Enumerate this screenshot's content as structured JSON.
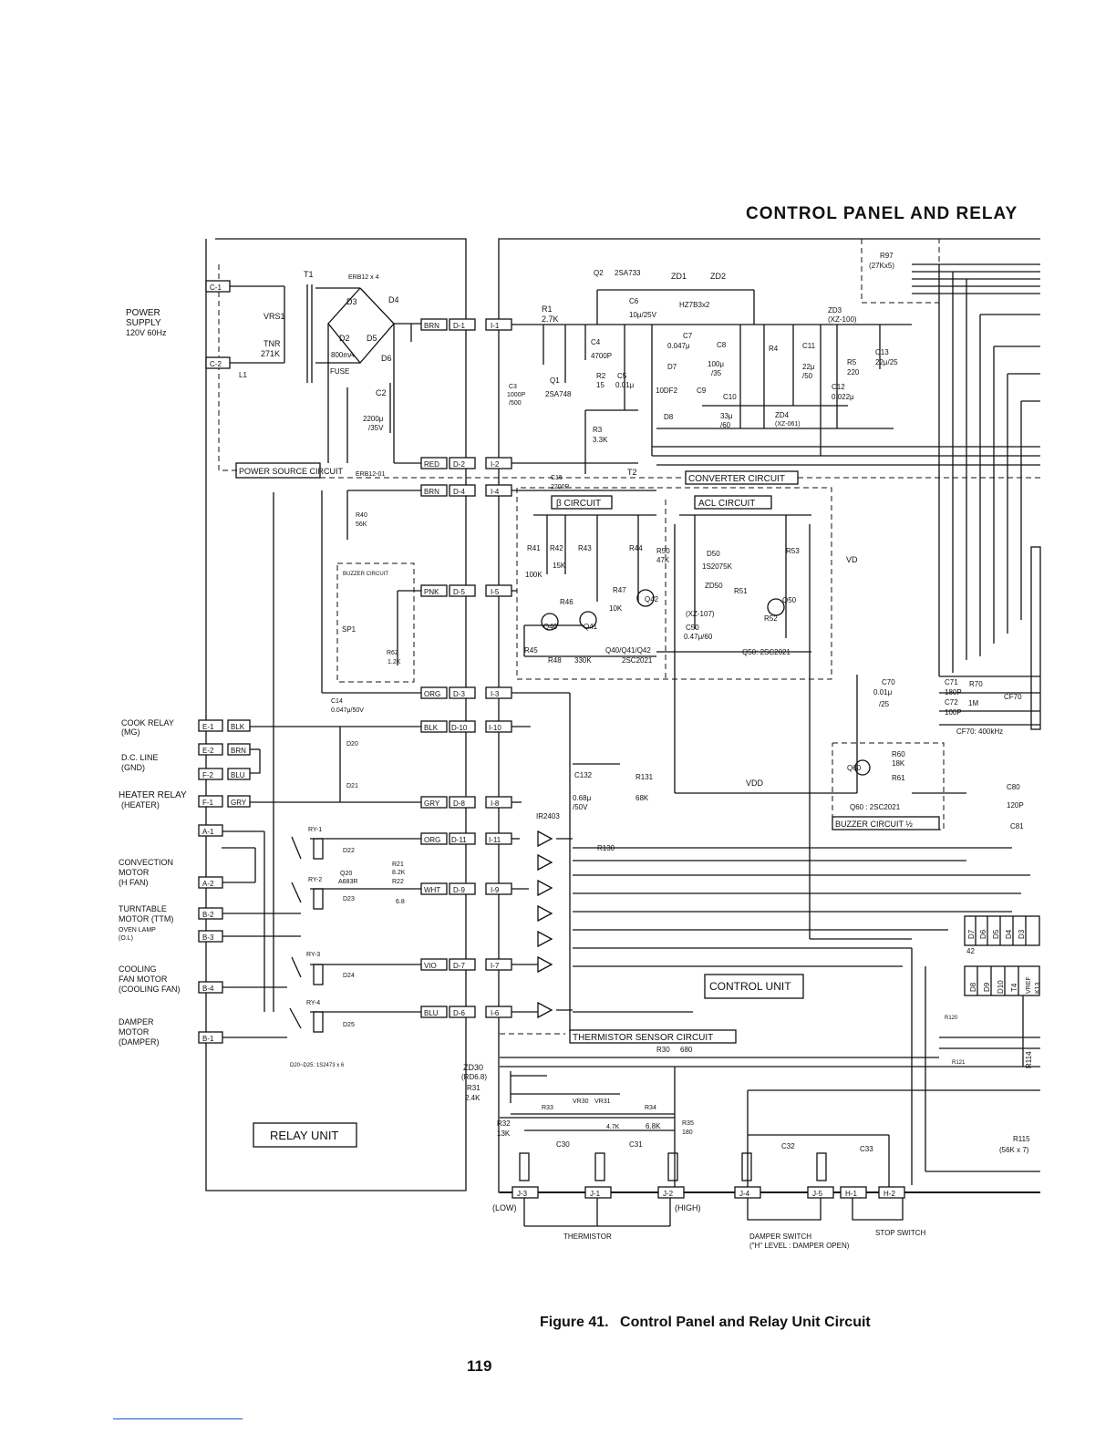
{
  "header": {
    "title": "CONTROL PANEL AND RELAY"
  },
  "figure": {
    "number": "Figure 41.",
    "caption": "Control Panel and Relay Unit Circuit"
  },
  "page_number": "119",
  "left_labels": [
    "POWER",
    "SUPPLY",
    "120V 60Hz",
    "COOK RELAY",
    "(MG)",
    "D.C. LINE",
    "(GND)",
    "HEATER RELAY",
    "(HEATER)",
    "CONVECTION",
    "MOTOR",
    "(H FAN)",
    "TURNTABLE",
    "MOTOR (TTM)",
    "OVEN LAMP",
    "(O.L)",
    "COOLING",
    "FAN MOTOR",
    "(COOLING FAN)",
    "DAMPER",
    "MOTOR",
    "(DAMPER)"
  ],
  "left_connectors": [
    "C-1",
    "C-2",
    "E-1",
    "E-2",
    "F-2",
    "F-1",
    "A-1",
    "A-2",
    "B-2",
    "B-3",
    "B-4",
    "B-1"
  ],
  "wire_colors": [
    "BLK",
    "BRN",
    "BLU",
    "GRY"
  ],
  "harness_colors": [
    "BRN",
    "RED",
    "BRN",
    "PNK",
    "ORG",
    "BLK",
    "GRY",
    "ORG",
    "WHT",
    "VIO",
    "BLU"
  ],
  "d_connectors": [
    "D-1",
    "D-2",
    "D-4",
    "D-5",
    "D-3",
    "D-10",
    "D-8",
    "D-11",
    "D-9",
    "D-7",
    "D-6"
  ],
  "i_connectors": [
    "I-1",
    "I-2",
    "I-4",
    "I-5",
    "I-3",
    "I-10",
    "I-8",
    "I-11",
    "I-9",
    "I-7",
    "I-6"
  ],
  "bottom_connectors": [
    "J-3",
    "J-1",
    "J-2",
    "J-4",
    "J-5",
    "H-1",
    "H-2"
  ],
  "circuit_blocks": [
    "POWER SOURCE CIRCUIT",
    "RELAY UNIT",
    "BUZZER CIRCUIT",
    "CONVERTER CIRCUIT",
    "β CIRCUIT",
    "ACL CIRCUIT",
    "CONTROL UNIT",
    "THERMISTOR SENSOR CIRCUIT",
    "BUZZER CIRCUIT ½"
  ],
  "components": [
    "T1",
    "ERB12 x 4",
    "VRS1",
    "TNR",
    "271K",
    "L1",
    "800mA",
    "FUSE",
    "D3",
    "D4",
    "D2",
    "D5",
    "D6",
    "C2",
    "2200μ",
    "/35V",
    "ERB12-01",
    "R40",
    "56K",
    "SP1",
    "R62",
    "1.2K",
    "C14",
    "0.047μ/50V",
    "D20",
    "D21",
    "RY-1",
    "RY-2",
    "RY-3",
    "RY-4",
    "D22",
    "D23",
    "D24",
    "D25",
    "Q20",
    "A683R",
    "R21",
    "8.2K",
    "R22",
    "6.8",
    "D20~D25: 1S2473 x 6",
    "Q2",
    "2SA733",
    "ZD1",
    "ZD2",
    "HZ7B3x2",
    "R1",
    "2.7K",
    "C6",
    "10μ/25V",
    "C4",
    "4700P",
    "Q1",
    "2SA748",
    "R2",
    "15",
    "C5",
    "0.01μ",
    "C3",
    "1000P",
    "/500",
    "R3",
    "3.3K",
    "T2",
    "C15",
    "2200P",
    "C7",
    "0.047μ",
    "C8",
    "100μ",
    "/35",
    "D7",
    "10DF2",
    "C9",
    "C10",
    "33μ",
    "/60",
    "D8",
    "R4",
    "C11",
    "22μ",
    "/50",
    "R5",
    "220",
    "ZD3",
    "(XZ-100)",
    "C13",
    "22μ/25",
    "C12",
    "0.022μ",
    "ZD4",
    "(XZ-061)",
    "R97",
    "(27Kx5)",
    "R41",
    "100K",
    "R42",
    "15K",
    "R43",
    "R44",
    "R45",
    "R46",
    "10K",
    "R47",
    "R48",
    "330K",
    "Q40",
    "Q41",
    "Q42",
    "Q40/Q41/Q42",
    "2SC2021",
    "R50",
    "47K",
    "D50",
    "1S2075K",
    "ZD50",
    "(XZ-107)",
    "R51",
    "C50",
    "0.47μ/60",
    "R52",
    "R53",
    "Q50",
    "Q50: 2SC2021",
    "VD",
    "VDD",
    "C70",
    "0.01μ",
    "/25",
    "C71",
    "180P",
    "R70",
    "1M",
    "C72",
    "100P",
    "CF70",
    "CF70: 400kHz",
    "Q60",
    "R60",
    "18K",
    "R61",
    "Q60 : 2SC2021",
    "C80",
    "120P",
    "C81",
    "C132",
    "0.68μ",
    "/50V",
    "R131",
    "68K",
    "IR2403",
    "R130",
    "ZD30",
    "(RD6.8)",
    "R31",
    "2.4K",
    "R30",
    "680",
    "R32",
    "13K",
    "R33",
    "VR30",
    "VR31",
    "4.7K",
    "R34",
    "6.8K",
    "R35",
    "180",
    "C30",
    "C31",
    "C32",
    "C33",
    "R120",
    "R121",
    "R114",
    "R115",
    "(56K x 7)",
    "D7",
    "D6",
    "D5",
    "D4",
    "D3",
    "D8",
    "D9",
    "D10",
    "T4",
    "VREF",
    "K13",
    "42"
  ],
  "bottom_labels": [
    "(LOW)",
    "(HIGH)",
    "THERMISTOR",
    "DAMPER SWITCH",
    "(\"H\" LEVEL : DAMPER OPEN)",
    "STOP SWITCH"
  ]
}
